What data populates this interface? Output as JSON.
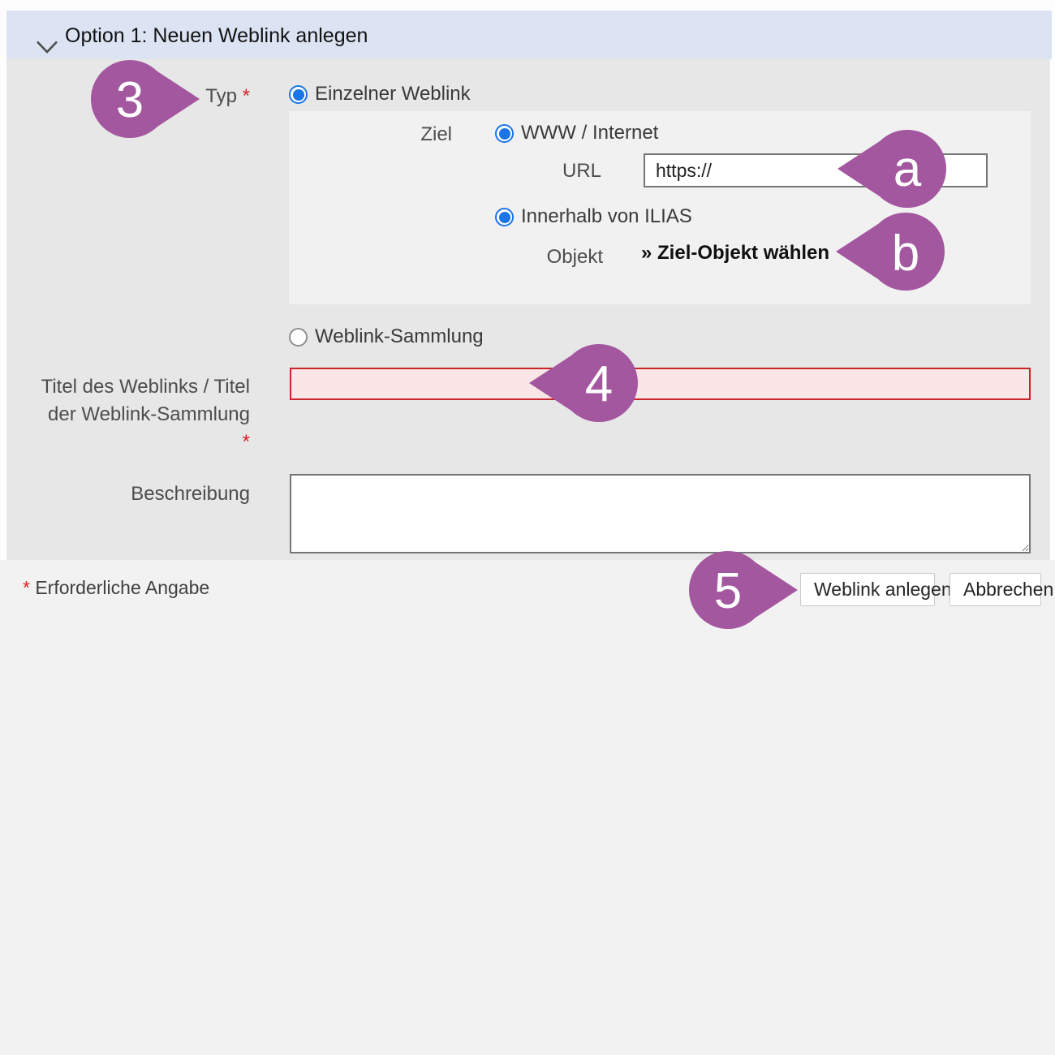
{
  "colors": {
    "marker_purple": "#a2579e",
    "header_bg": "#dce3f3",
    "form_bg": "#e8e7e8",
    "panel_bg": "#f2f1f2",
    "radio_selected_blue": "#1a75e8",
    "error_red_border": "#c9252c",
    "error_pink_bg": "#fbe6e7",
    "required_red": "#da2026"
  },
  "header": {
    "title": "Option 1: Neuen Weblink anlegen",
    "chevron_icon": "chevron-down"
  },
  "form": {
    "required_mark": "*",
    "typ_label": "Typ",
    "option_single": "Einzelner Weblink",
    "ziel_label": "Ziel",
    "option_www": "WWW / Internet",
    "url_label": "URL",
    "url_value": "https://",
    "option_ilias": "Innerhalb von ILIAS",
    "objekt_label": "Objekt",
    "objekt_link": "» Ziel-Objekt wählen",
    "option_collection": "Weblink-Sammlung",
    "title_label_line1": "Titel des Weblinks / Titel",
    "title_label_line2": "der Weblink-Sammlung",
    "title_value": "",
    "description_label": "Beschreibung",
    "description_value": ""
  },
  "markers": {
    "m3": "3",
    "ma": "a",
    "mb": "b",
    "m4": "4",
    "m5": "5"
  },
  "footer": {
    "required_note": "Erforderliche Angabe",
    "submit_label": "Weblink anlegen",
    "cancel_label": "Abbrechen"
  }
}
